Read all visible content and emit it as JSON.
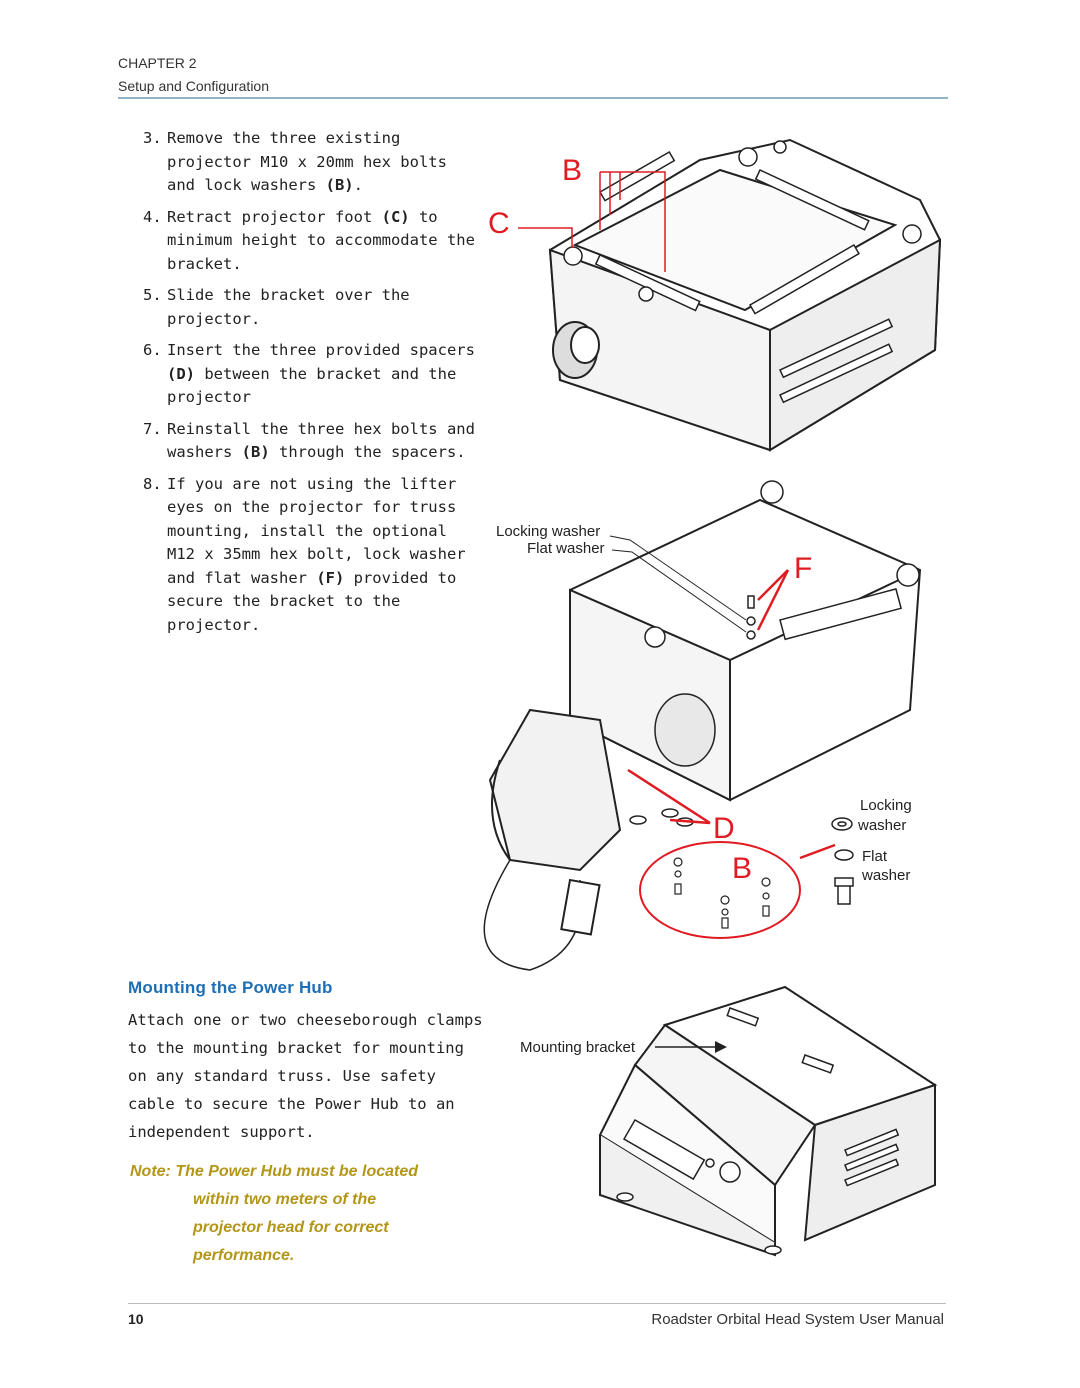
{
  "header": {
    "chapter": "CHAPTER 2",
    "section": "Setup and Configuration"
  },
  "steps": [
    {
      "num": "3.",
      "pre": "Remove the three existing projector M10 x 20mm hex bolts and lock washers ",
      "code": "(B)",
      "post": "."
    },
    {
      "num": "4.",
      "pre": "Retract projector foot ",
      "code": "(C)",
      "post": " to minimum height to accommodate the bracket."
    },
    {
      "num": "5.",
      "pre": "Slide the bracket over the projector.",
      "code": "",
      "post": ""
    },
    {
      "num": "6.",
      "pre": "Insert the three provided spacers ",
      "code": "(D)",
      "post": " between the bracket and the projector"
    },
    {
      "num": "7.",
      "pre": "Reinstall the three hex bolts and washers ",
      "code": "(B)",
      "post": " through the spacers."
    },
    {
      "num": "8.",
      "pre": "If you are not using the lifter eyes on the projector for truss mounting, install the optional M12 x 35mm hex bolt, lock washer and flat washer ",
      "code": "(F)",
      "post": " provided to secure the bracket to the projector."
    }
  ],
  "figures": {
    "fig1": {
      "label_b": "B",
      "label_c": "C"
    },
    "fig2": {
      "locking_washer": "Locking washer",
      "flat_washer": "Flat washer",
      "label_f": "F",
      "label_d": "D",
      "label_b": "B",
      "legend_locking_1": "Locking",
      "legend_locking_2": "washer",
      "legend_flat_1": "Flat",
      "legend_flat_2": "washer"
    },
    "fig3": {
      "mounting_bracket": "Mounting bracket"
    }
  },
  "section": {
    "title": "Mounting the Power Hub",
    "body": "Attach one or two cheeseborough clamps to the mounting bracket for mounting on any standard truss. Use safety cable to secure the Power Hub to an independent support.",
    "note_line1": "Note:   The Power Hub must be located",
    "note_line2": "within two meters of the",
    "note_line3": "projector head for correct",
    "note_line4": "performance."
  },
  "footer": {
    "page": "10",
    "title": "Roadster Orbital Head System User Manual"
  },
  "colors": {
    "accent": "#e01b22",
    "heading": "#1e6fb5",
    "note": "#b39617",
    "rule": "#8fb4c2"
  }
}
